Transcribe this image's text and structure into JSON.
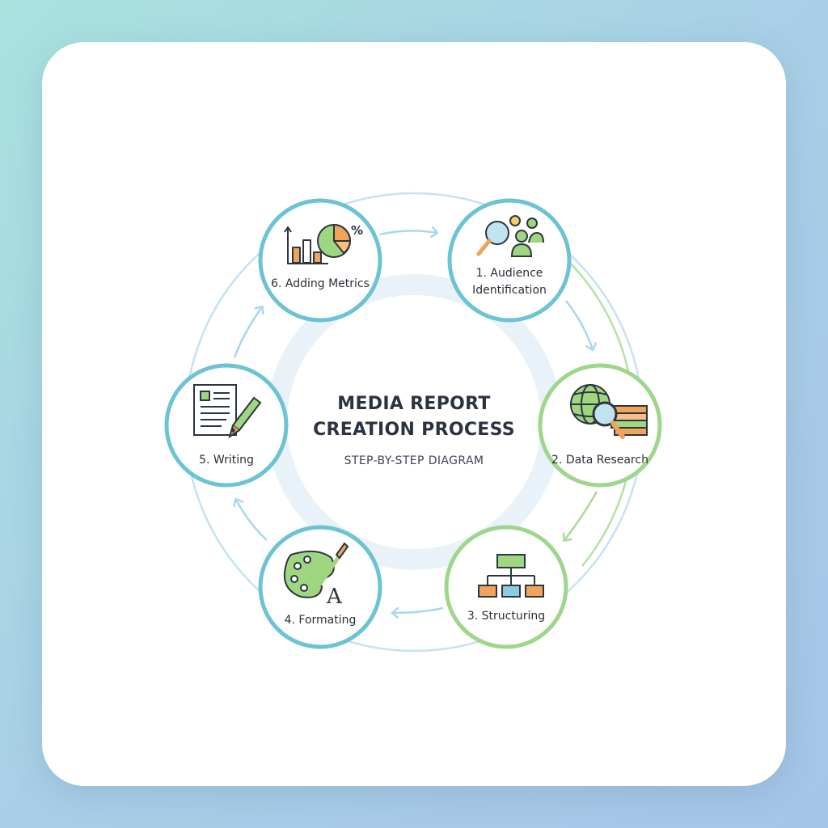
{
  "title": {
    "line1": "MEDIA REPORT",
    "line2": "CREATION PROCESS"
  },
  "subtitle": "STEP-BY-STEP DIAGRAM",
  "steps": [
    {
      "line1": "1. Audience",
      "line2": "Identification",
      "icon": "audience-search-icon"
    },
    {
      "line1": "2. Data Research",
      "line2": "",
      "icon": "globe-books-magnifier-icon"
    },
    {
      "line1": "3. Structuring",
      "line2": "",
      "icon": "hierarchy-chart-icon"
    },
    {
      "line1": "4. Formating",
      "line2": "",
      "icon": "palette-brush-letter-icon"
    },
    {
      "line1": "5. Writing",
      "line2": "",
      "icon": "document-pen-icon"
    },
    {
      "line1": "6. Adding Metrics",
      "line2": "",
      "icon": "bar-pie-chart-icon"
    }
  ],
  "icon_texts": {
    "letter": "A",
    "percent": "%"
  },
  "colors": {
    "teal": "#6cc3d3",
    "green": "#9ed68c",
    "blue_ring": "#c2dff0",
    "center_ring": "#e9f2f9",
    "orange": "#f0a35a",
    "icon_green": "#9ed77f",
    "icon_blue": "#8ccbe3",
    "stroke_dark": "#2d3540"
  }
}
